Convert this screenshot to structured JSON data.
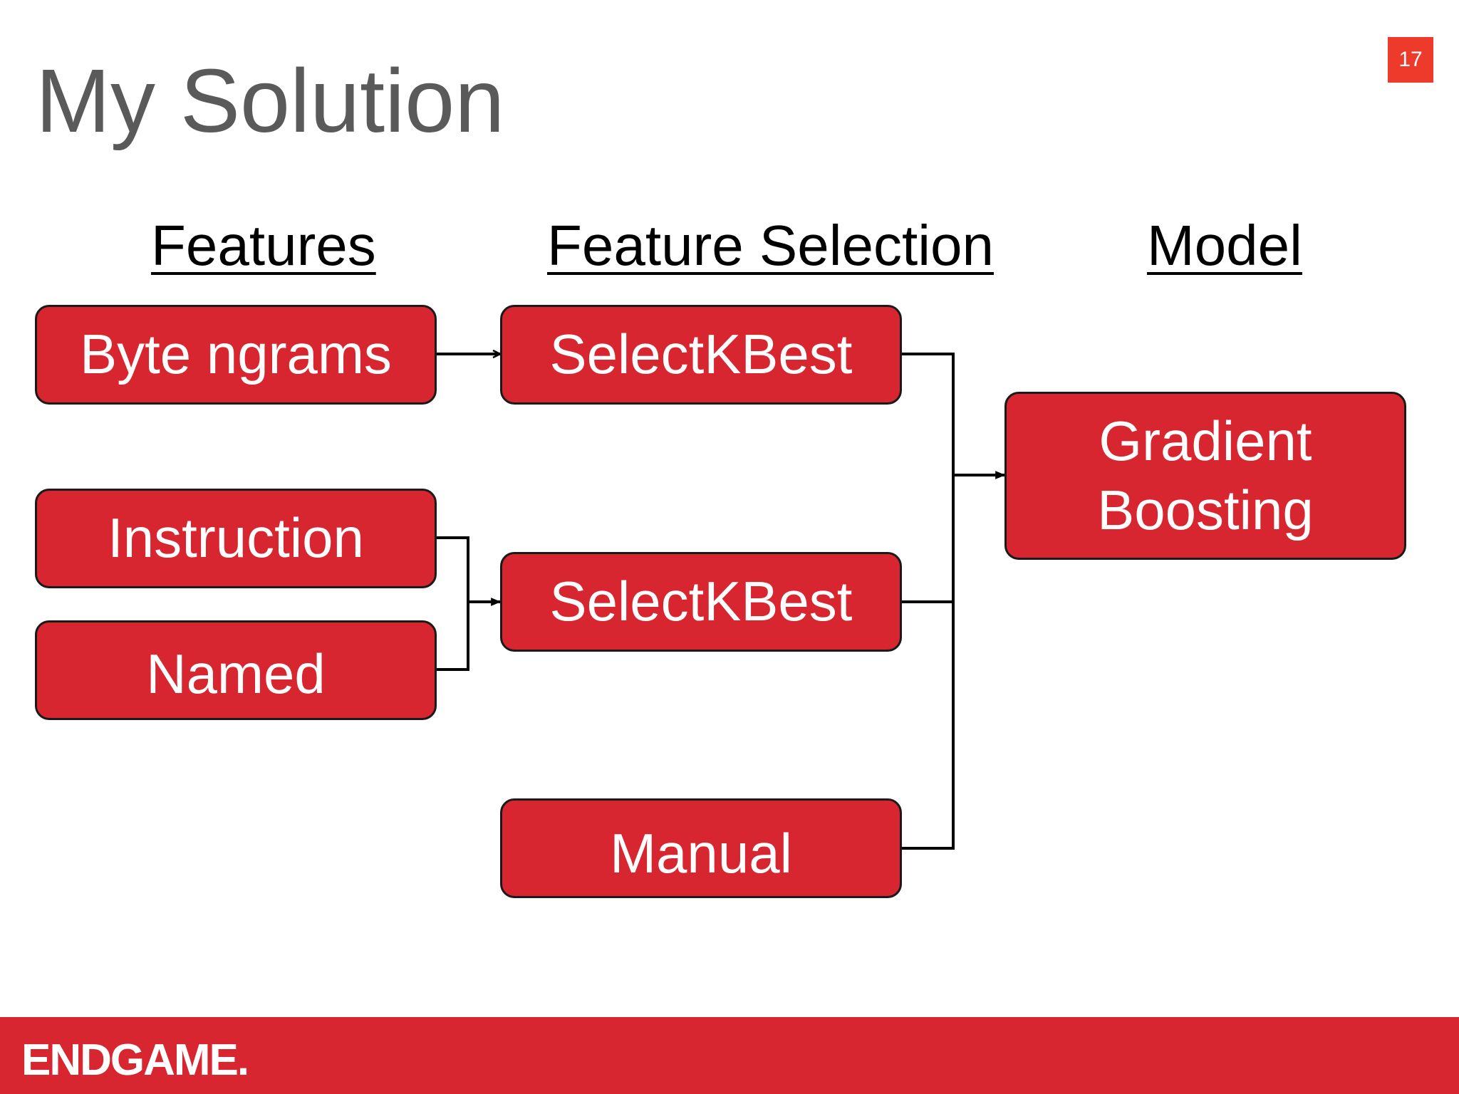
{
  "slide": {
    "number": "17",
    "title": "My Solution"
  },
  "columns": {
    "features": "Features",
    "feature_selection": "Feature Selection",
    "model": "Model"
  },
  "nodes": {
    "byte_ngrams": "Byte ngrams",
    "instruction": "Instruction",
    "named": "Named",
    "selectkbest_1": "SelectKBest",
    "selectkbest_2": "SelectKBest",
    "manual": "Manual",
    "gradient": "Gradient",
    "boosting": "Boosting"
  },
  "footer": {
    "brand": "ENDGAME."
  },
  "colors": {
    "accent_red": "#d7262f",
    "slide_number_bg": "#ee3a2b",
    "title_gray": "#5a5a5a"
  }
}
